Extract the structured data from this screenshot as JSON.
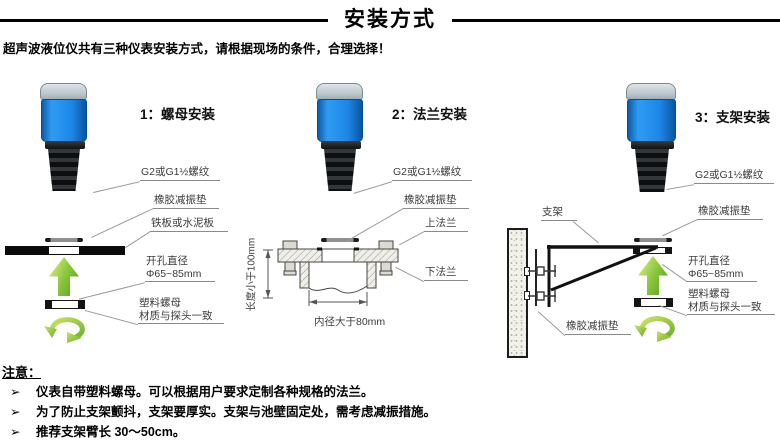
{
  "header": {
    "title": "安装方式"
  },
  "intro": "超声波液位仪共有三种仪表安装方式，请根据现场的条件，合理选择！",
  "diagrams": [
    {
      "id": "nut",
      "title": "1：螺母安装"
    },
    {
      "id": "flange",
      "title": "2：法兰安装"
    },
    {
      "id": "bracket",
      "title": "3：支架安装"
    }
  ],
  "labels": {
    "thread": "G2或G1½螺纹",
    "rubber_pad": "橡胶减振垫",
    "plate": "铁板或水泥板",
    "hole_dia_1": "开孔直径",
    "hole_dia_2": "Φ65~85mm",
    "nut_1": "塑料螺母",
    "nut_2": "材质与探头一致",
    "upper_flange": "上法兰",
    "lower_flange": "下法兰",
    "inner_dia": "内径大于80mm",
    "length_limit": "长度小于100mm",
    "bracket": "支架"
  },
  "notes": {
    "heading": "注意：",
    "bullet": "➢",
    "items": [
      "仪表自带塑料螺母。可以根据用户要求定制各种规格的法兰。",
      "为了防止支架颤抖，支架要厚实。支架与池壁固定处，需考虑减振措施。",
      "推荐支架臂长 30～50cm。"
    ]
  },
  "colors": {
    "device_blue": "#1d86e8",
    "arrow_green": "#8dc63f",
    "line_gray": "#9a9a9a",
    "ink": "#000000"
  }
}
